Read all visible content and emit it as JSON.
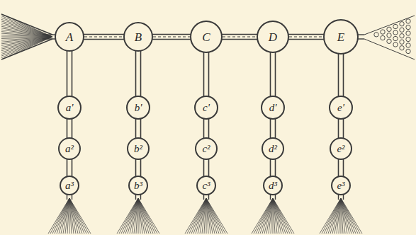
{
  "diagram": {
    "nodes": [
      {
        "text": [
          "A"
        ]
      },
      {
        "text": [
          "B"
        ]
      },
      {
        "text": [
          "C"
        ]
      },
      {
        "text": [
          "D"
        ]
      },
      {
        "text": [
          "E"
        ]
      },
      {
        "text": [
          "a'"
        ]
      },
      {
        "text": [
          "a²"
        ]
      },
      {
        "text": [
          "a³"
        ]
      },
      {
        "text": [
          "b'"
        ]
      },
      {
        "text": [
          "b²"
        ]
      },
      {
        "text": [
          "b³"
        ]
      },
      {
        "text": [
          "c'"
        ]
      },
      {
        "text": [
          "c²"
        ]
      },
      {
        "text": [
          "c³"
        ]
      },
      {
        "text": [
          "d'"
        ]
      },
      {
        "text": [
          "d²"
        ]
      },
      {
        "text": [
          "d³"
        ]
      },
      {
        "text": [
          "e'"
        ]
      },
      {
        "text": [
          "e²"
        ]
      },
      {
        "text": [
          "e³"
        ]
      }
    ],
    "edges": [
      {
        "from": 0,
        "to": 1,
        "arrow": "none"
      },
      {
        "from": 1,
        "to": 2,
        "arrow": "none"
      },
      {
        "from": 2,
        "to": 3,
        "arrow": "none"
      },
      {
        "from": 3,
        "to": 4,
        "arrow": "none"
      },
      {
        "from": 0,
        "to": 5,
        "arrow": "none"
      },
      {
        "from": 5,
        "to": 6,
        "arrow": "none"
      },
      {
        "from": 6,
        "to": 7,
        "arrow": "none"
      },
      {
        "from": 1,
        "to": 8,
        "arrow": "none"
      },
      {
        "from": 8,
        "to": 9,
        "arrow": "none"
      },
      {
        "from": 9,
        "to": 10,
        "arrow": "none"
      },
      {
        "from": 2,
        "to": 11,
        "arrow": "none"
      },
      {
        "from": 11,
        "to": 12,
        "arrow": "none"
      },
      {
        "from": 12,
        "to": 13,
        "arrow": "none"
      },
      {
        "from": 3,
        "to": 14,
        "arrow": "none"
      },
      {
        "from": 14,
        "to": 15,
        "arrow": "none"
      },
      {
        "from": 15,
        "to": 16,
        "arrow": "none"
      },
      {
        "from": 4,
        "to": 17,
        "arrow": "none"
      },
      {
        "from": 17,
        "to": 18,
        "arrow": "none"
      },
      {
        "from": 18,
        "to": 19,
        "arrow": "none"
      }
    ]
  }
}
